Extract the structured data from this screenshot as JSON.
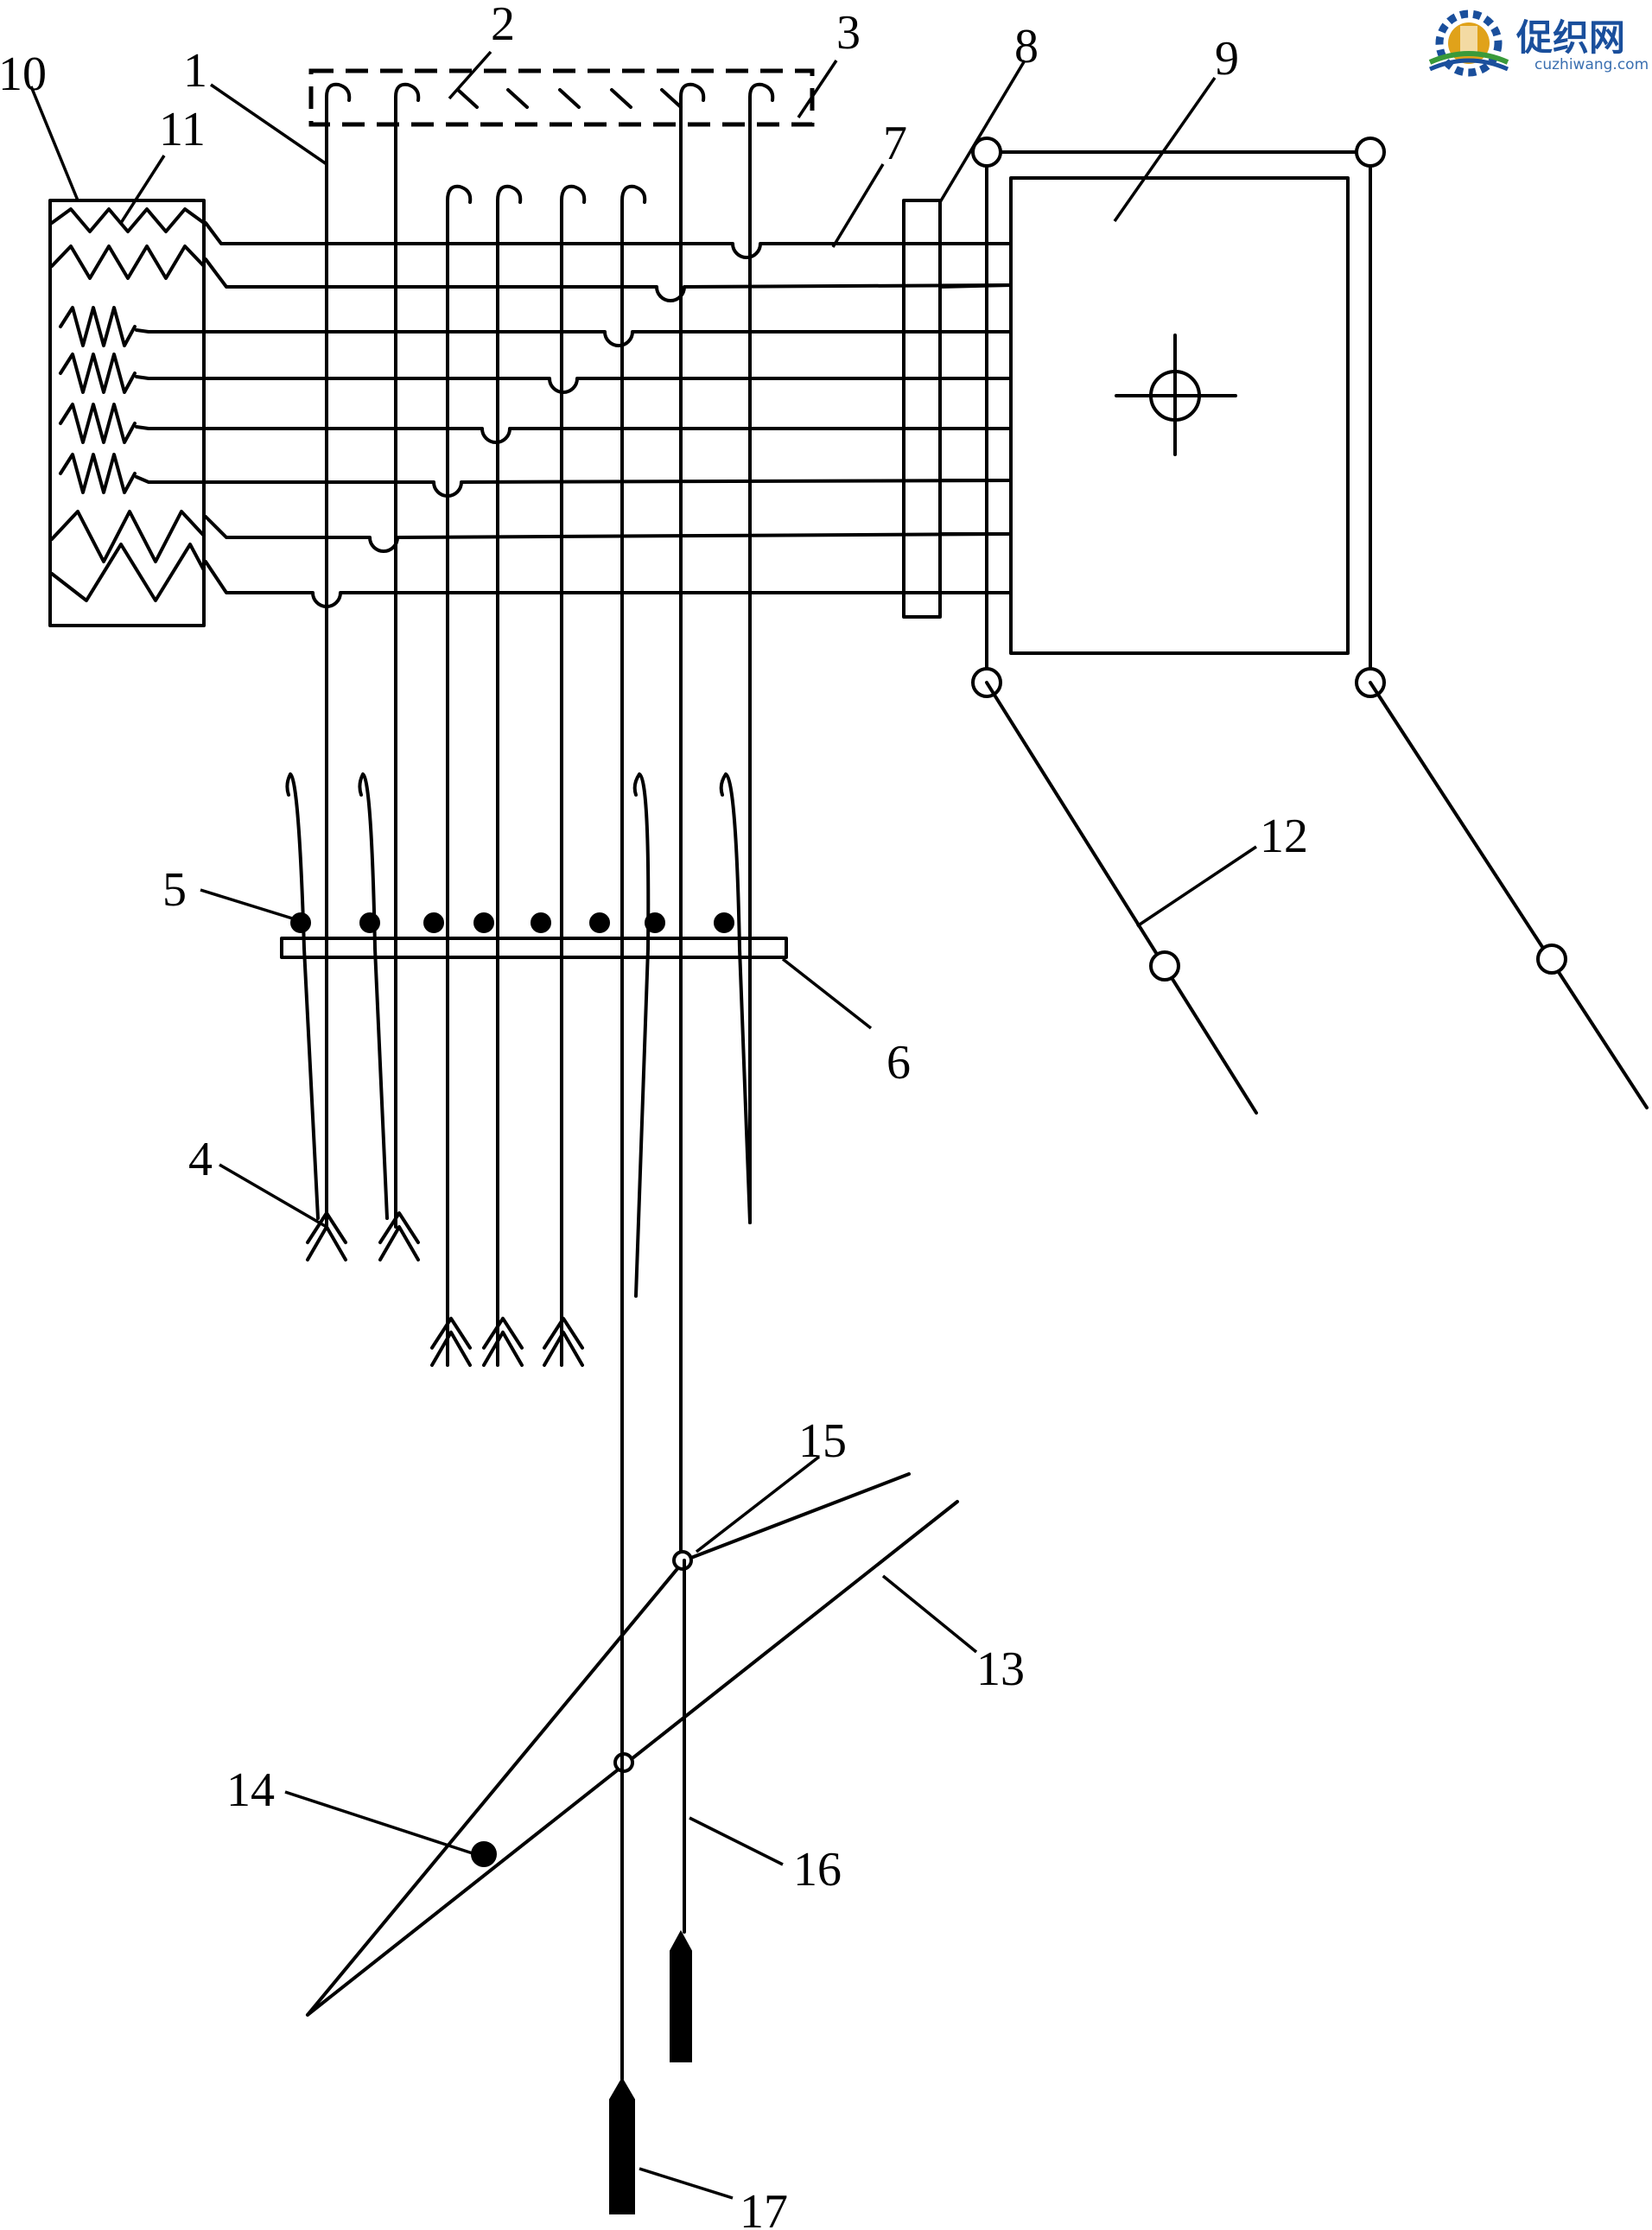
{
  "labels": {
    "l1": "1",
    "l2": "2",
    "l3": "3",
    "l4": "4",
    "l5": "5",
    "l6": "6",
    "l7": "7",
    "l8": "8",
    "l9": "9",
    "l10": "10",
    "l11": "11",
    "l12": "12",
    "l13": "13",
    "l14": "14",
    "l15": "15",
    "l16": "16",
    "l17": "17"
  },
  "watermark": {
    "name": "促织网",
    "url": "cuzhiwang.com"
  },
  "colors": {
    "line": "#000000",
    "background": "#ffffff",
    "logo_blue": "#1a4f9c",
    "logo_gold": "#e0a21a",
    "logo_green": "#3a9a3a"
  }
}
